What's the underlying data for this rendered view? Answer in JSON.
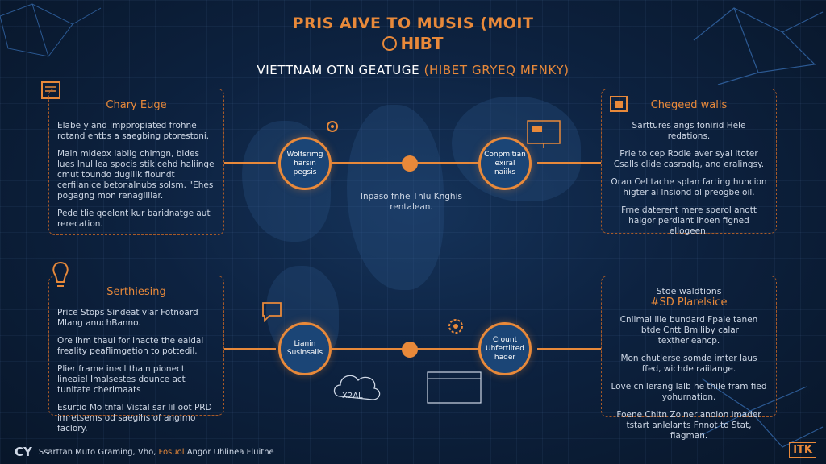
{
  "header": {
    "title": "PRIS AIVE TO MUSIS (MOIT",
    "subtitle": "HIBT",
    "tagline_main": "VIETTNAM OTN GEATUGE ",
    "tagline_accent": "(HIBET GRYEQ MFNKY)"
  },
  "panels": {
    "top_left": {
      "title": "Chary Euge",
      "paragraphs": [
        "Elabe y and imppropiated frohne rotand entbs a saegbing ptorestoni.",
        "Main mideox labiig chimgn, bldes lues lnulllea spocis stik cehd haliinge cmut toundo dugliik fioundt cerfilanice betonalnubs solsm. \"Ehes pogagng mon renagiliiar.",
        "Pede tlie qoelont kur baridnatge aut rerecation."
      ]
    },
    "top_right": {
      "title": "Chegeed walls",
      "paragraphs": [
        "Sarttures angs fonirid Hele redations.",
        "Prie to cep Rodie aver syal ltoter Csalls clide casraqlg, and eralingsy.",
        "Oran Cel tache splan farting huncion higter al lnsiond ol preogbe oil.",
        "Frne daterent mere sperol anott haigor perdiant lhoen figned ellogeen."
      ]
    },
    "bottom_left": {
      "title": "Serthiesing",
      "paragraphs": [
        "Price Stops Sindeat vlar Fotnoard Mlang anuchBanno.",
        "Ore lhm thaul for inacte the ealdal freality peaflimgetion to pottedil.",
        "Plier frame inecl thain pionect lineaiel Imalsestes dounce act tunitate cherimaats",
        "Esurtio Mo tnfal Vistal sar lil oot PRD imretsems od saegihs of angimo faclory."
      ]
    },
    "bottom_right": {
      "title_line1": "Stoe waldtions",
      "title_line2": "#SD Plarelsice",
      "paragraphs": [
        "Cnlimal lile bundard Fpale tanen lbtde Cntt Bmiliby calar textherieancp.",
        "Mon chutlerse somde imter laus ffed, wichde raiilange.",
        "Love cnilerang lalb he thile fram fied yohurnation.",
        "Foene Chitn Zoiner anoion imader tstart anlelants Fnnot to Stat, fiagman."
      ]
    }
  },
  "nodes": {
    "top_left": "Wolfsrimg harsin pegsis",
    "top_right": "Conpmitian exiral naiiks",
    "bottom_left": "Lianin Susinsails",
    "bottom_right": "Crount Uhfertlited hader"
  },
  "center_note": "lnpaso fnhe Thlu Knghis rentalean.",
  "bubble_label": "X2AL",
  "footer": {
    "logo": "CY",
    "text_pre": "Ssarttan Muto Graming, Vho, ",
    "text_accent": "Fosuol",
    "text_post": " Angor Uhlinea Fluitne"
  },
  "corner_badge": "ITK",
  "colors": {
    "accent": "#e8893a",
    "background": "#0d2240",
    "node_fill": "#1b4576"
  }
}
